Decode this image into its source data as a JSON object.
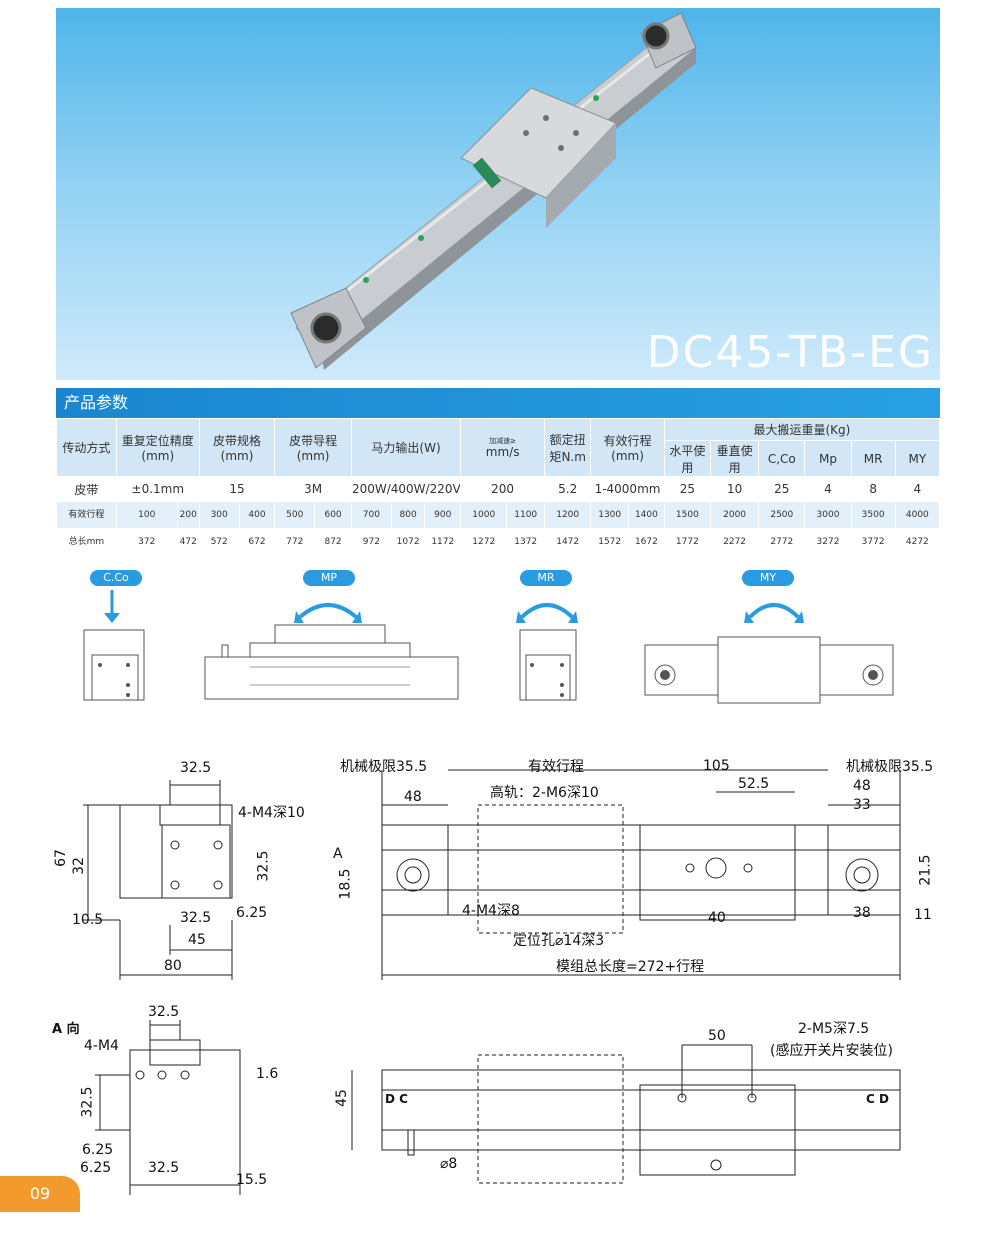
{
  "hero": {
    "model": "DC45-TB-EG"
  },
  "section": {
    "title": "产品参数"
  },
  "table": {
    "headers": {
      "drive": "传动方式",
      "repeat": "重复定位精度(mm)",
      "belt_spec": "皮带规格(mm)",
      "belt_lead": "皮带导程(mm)",
      "motor": "马力输出(W)",
      "accel": "加减速≥",
      "accel_unit": "mm/s",
      "torque": "额定扭矩N.m",
      "stroke": "有效行程(mm)",
      "max_load": "最大搬运重量(Kg)",
      "horizontal": "水平使用",
      "vertical": "垂直使用",
      "c_co": "C,Co",
      "mp": "Mp",
      "mr": "MR",
      "my": "MY"
    },
    "values": {
      "drive": "皮带",
      "repeat": "±0.1mm",
      "belt_spec": "15",
      "belt_lead": "3M",
      "motor": "200W/400W/220V",
      "accel": "200",
      "torque": "5.2",
      "stroke": "1-4000mm",
      "horizontal": "25",
      "vertical": "10",
      "c_co": "25",
      "mp": "4",
      "mr": "8",
      "my": "4"
    },
    "stroke_label": "有效行程",
    "length_label": "总长mm",
    "strokes": [
      "100",
      "200",
      "300",
      "400",
      "500",
      "600",
      "700",
      "800",
      "900",
      "1000",
      "1100",
      "1200",
      "1300",
      "1400",
      "1500",
      "2000",
      "2500",
      "3000",
      "3500",
      "4000"
    ],
    "lengths": [
      "372",
      "472",
      "572",
      "672",
      "772",
      "872",
      "972",
      "1072",
      "1172",
      "1272",
      "1372",
      "1472",
      "1572",
      "1672",
      "1772",
      "2272",
      "2772",
      "3272",
      "3772",
      "4272"
    ]
  },
  "moments": {
    "c_co": "C.Co",
    "mp": "MP",
    "mr": "MR",
    "my": "MY"
  },
  "dims": {
    "d32_5": "32.5",
    "m4_10": "4-M4深10",
    "d67": "67",
    "d32": "32",
    "d10_5": "10.5",
    "d6_25": "6.25",
    "d45": "45",
    "d80": "80",
    "limit_left": "机械极限35.5",
    "limit_right": "机械极限35.5",
    "stroke": "有效行程",
    "d105": "105",
    "d52_5": "52.5",
    "d48": "48",
    "rail": "高轨：2-M6深10",
    "d33": "33",
    "a_mark": "A",
    "d18_5": "18.5",
    "d21_5": "21.5",
    "m4_8": "4-M4深8",
    "d40": "40",
    "d38": "38",
    "d11": "11",
    "locate": "定位孔⌀14深3",
    "total": "模组总长度=272+行程",
    "a_view": "A 向",
    "m4": "4-M4",
    "d1_6": "1.6",
    "d15_5": "15.5",
    "d50": "50",
    "m5": "2-M5深7.5",
    "sensor": "(感应开关片安装位)",
    "phi8": "⌀8",
    "dc_left": "D C",
    "dc_right": "C D"
  },
  "page": {
    "number": "09"
  },
  "colors": {
    "accent": "#29a0e3",
    "header_bg": "#d2e6f6",
    "page_tab": "#f29a2e"
  }
}
